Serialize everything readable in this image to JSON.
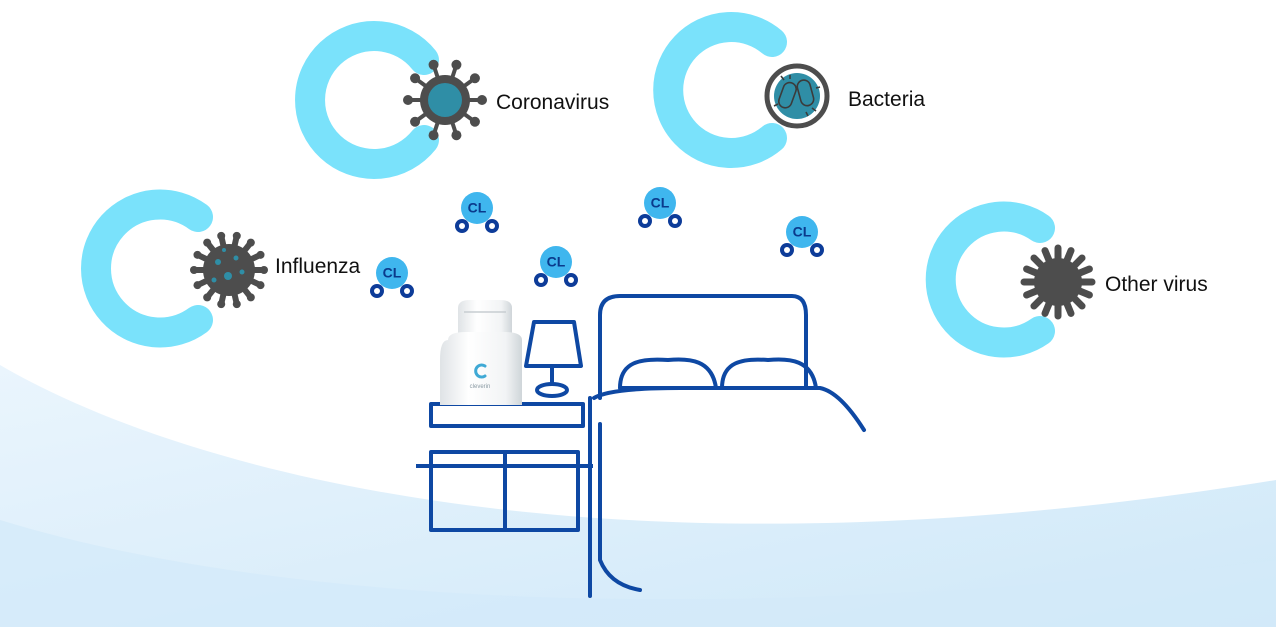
{
  "labels": {
    "coronavirus": "Coronavirus",
    "bacteria": "Bacteria",
    "influenza": "Influenza",
    "other_virus": "Other virus"
  },
  "molecule_label": "CL",
  "product_brand": "cleverin",
  "colors": {
    "ring": "#7ae2fb",
    "molecule_fill": "#3fb6ee",
    "molecule_text": "#0a3a8c",
    "molecule_atom": "#0d3c99",
    "germ_dark": "#4d4d4d",
    "germ_core": "#2f8ea6",
    "furniture_line": "#0e48a3",
    "floor_wave": "#d7ecfa"
  }
}
